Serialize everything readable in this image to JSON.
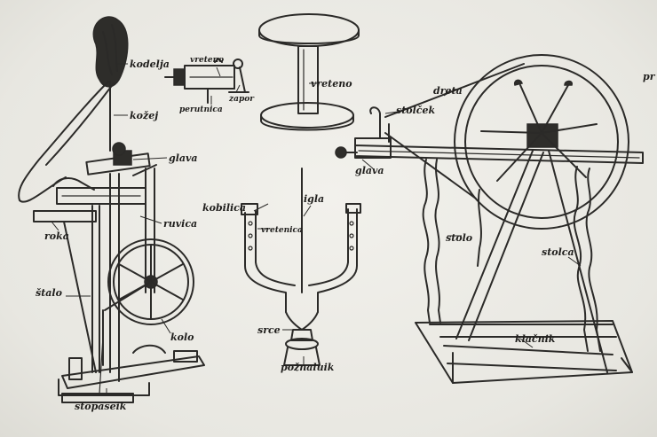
{
  "labels": {
    "kodelja": "kodelja",
    "vreteno_small": "vreteno",
    "perutnica": "perutnica",
    "zapor": "zapor",
    "vreteno_large": "vreteno",
    "prslica": "prslica",
    "dreta": "dreta",
    "stolcek": "stolček",
    "kozelj": "kožej",
    "glava_left": "glava",
    "glava_right": "glava",
    "roka": "roka",
    "ruvica": "ruvica",
    "kobilica": "kobilica",
    "igla": "igla",
    "vretenica": "vretenica",
    "stolo": "stolo",
    "stalo": "štalo",
    "stolca": "stolca",
    "kolo": "kolo",
    "srce": "srce",
    "poznaluik": "požnaluik",
    "klacnik": "klačnik",
    "stopaseik": "stopaseik",
    "edge_fragment": "pr"
  }
}
